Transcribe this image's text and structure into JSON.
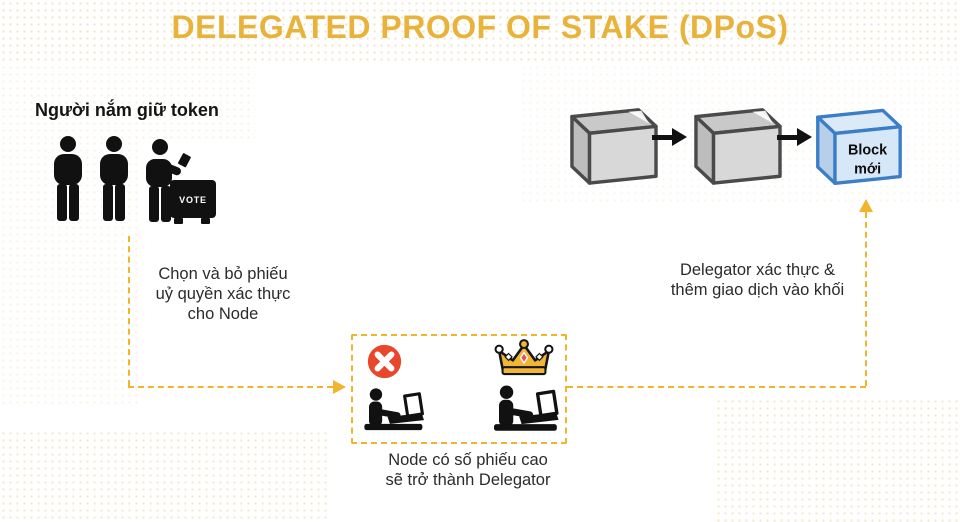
{
  "title": "DELEGATED PROOF OF STAKE (DPoS)",
  "token_holders": {
    "label": "Người nắm giữ token",
    "vote_box_label": "VOTE"
  },
  "blockchain": {
    "new_block": {
      "line1": "Block",
      "line2": "mới"
    }
  },
  "captions": {
    "delegate_vote": {
      "line1": "Chọn và bỏ phiếu",
      "line2": "uỷ quyền xác thực",
      "line3": "cho Node"
    },
    "delegator_validates": {
      "line1": "Delegator xác thực &",
      "line2": "thêm giao dịch vào khối"
    },
    "node_elected": {
      "line1": "Node có số phiếu cao",
      "line2": "sẽ trở thành Delegator"
    }
  },
  "icons": {
    "voters": "voters-ballot-icon",
    "block_cube": "block-cube-icon",
    "new_block_cube": "new-block-cube-icon",
    "rejected": "red-x-icon",
    "elected": "crown-icon",
    "node_worker": "person-laptop-icon"
  },
  "colors": {
    "title_gold": "#E9B33B",
    "dashed_yellow": "#F2B42D",
    "dot_grid": "#F0E5C6",
    "ink_black": "#111111",
    "red_badge": "#E8472B",
    "crown_gold": "#F2B636",
    "gem_red": "#E84E5E",
    "gray_cube_face": "#D8D8D8",
    "blue_cube_face": "#D6E7F8",
    "blue_cube_stroke": "#3C7DC8"
  }
}
